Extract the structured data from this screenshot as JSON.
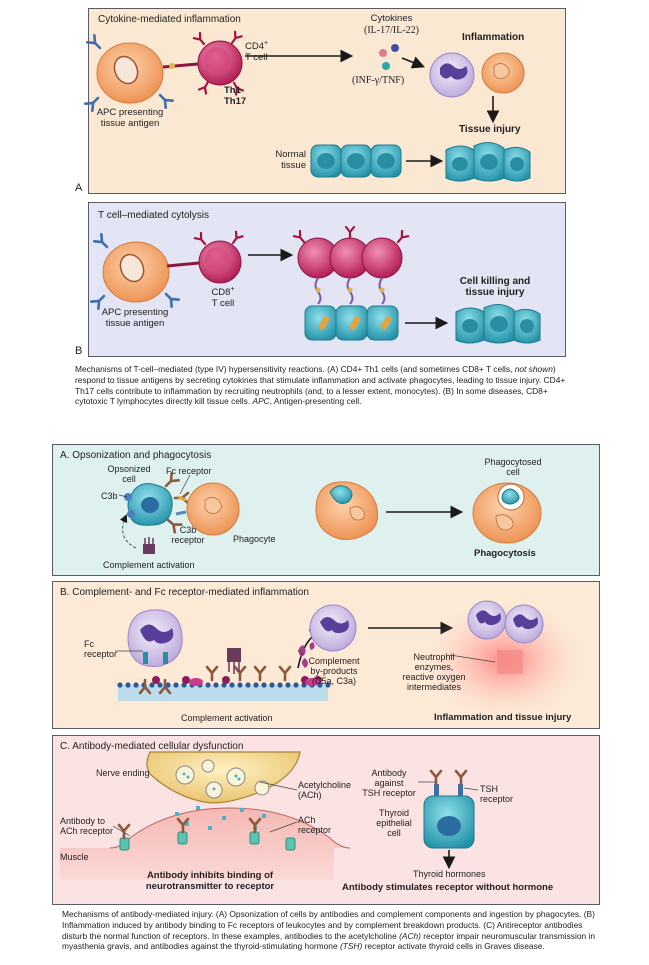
{
  "figure1": {
    "panel_a": {
      "title": "Cytokine-mediated inflammation",
      "letter": "A",
      "apc_label_1": "APC presenting",
      "apc_label_2": "tissue antigen",
      "cd4_label_1": "CD4",
      "cd4_sup": "+",
      "cd4_label_2": "T cell",
      "th1": "Th1",
      "th17": "Th17",
      "cytokines": "Cytokines",
      "cytokines_il": "(IL-17/IL-22)",
      "cytokines_inf": "(INF-γ/TNF)",
      "inflammation": "Inflammation",
      "tissue_injury": "Tissue injury",
      "normal_tissue_1": "Normal",
      "normal_tissue_2": "tissue"
    },
    "panel_b": {
      "title": "T cell–mediated cytolysis",
      "letter": "B",
      "apc_label_1": "APC presenting",
      "apc_label_2": "tissue antigen",
      "cd8_label_1": "CD8",
      "cd8_sup": "+",
      "cd8_label_2": "T cell",
      "result_1": "Cell killing and",
      "result_2": "tissue injury"
    },
    "caption": {
      "p1": "Mechanisms of T-cell–mediated (type IV) hypersensitivity reactions. (A) CD4+ Th1 cells (and sometimes CD8+ T cells, ",
      "p1_italic": "not shown",
      "p2": ") respond to tissue antigens by secreting cytokines that stimulate inflammation and activate phagocytes, leading to tissue injury. CD4+ Th17 cells contribute to inflammation by recruiting neutrophils (and, to a lesser extent, monocytes). (B) In some diseases, CD8+ cytotoxic T lymphocytes directly kill tissue cells. ",
      "p3_italic": "APC",
      "p3": ", Antigen-presenting cell."
    }
  },
  "figure2": {
    "panel_a": {
      "title": "A. Opsonization and phagocytosis",
      "opsonized_1": "Opsonized",
      "opsonized_2": "cell",
      "fc_receptor": "Fc receptor",
      "c3b": "C3b",
      "c3b_receptor_1": "C3b",
      "c3b_receptor_2": "receptor",
      "phagocyte": "Phagocyte",
      "complement_activation": "Complement activation",
      "phagocytosed_1": "Phagocytosed",
      "phagocytosed_2": "cell",
      "phagocytosis": "Phagocytosis"
    },
    "panel_b": {
      "title": "B. Complement- and Fc receptor-mediated inflammation",
      "fc_receptor_1": "Fc",
      "fc_receptor_2": "receptor",
      "complement_activation": "Complement activation",
      "byproducts_1": "Complement",
      "byproducts_2": "by-products",
      "byproducts_3": "(C5a, C3a)",
      "neutrophil_1": "Neutrophil",
      "neutrophil_2": "enzymes,",
      "neutrophil_3": "reactive oxygen",
      "neutrophil_4": "intermediates",
      "result": "Inflammation and tissue injury"
    },
    "panel_c": {
      "title": "C. Antibody-mediated cellular dysfunction",
      "nerve_ending": "Nerve ending",
      "ach_1": "Acetylcholine",
      "ach_2": "(ACh)",
      "antibody_ach_1": "Antibody to",
      "antibody_ach_2": "ACh receptor",
      "ach_receptor_1": "ACh",
      "ach_receptor_2": "receptor",
      "muscle": "Muscle",
      "inhibits_1": "Antibody inhibits binding of",
      "inhibits_2": "neurotransmitter to receptor",
      "antibody_tsh_1": "Antibody",
      "antibody_tsh_2": "against",
      "antibody_tsh_3": "TSH receptor",
      "tsh_receptor_1": "TSH",
      "tsh_receptor_2": "receptor",
      "thyroid_1": "Thyroid",
      "thyroid_2": "epithelial",
      "thyroid_3": "cell",
      "thyroid_hormones": "Thyroid hormones",
      "stimulates": "Antibody stimulates receptor without hormone"
    },
    "caption": {
      "p1": "Mechanisms of antibody-mediated injury. (A) Opsonization of cells by antibodies and complement components and ingestion by phagocytes. (B) Inflammation induced by antibody binding to Fc receptors of leukocytes and by complement breakdown products. (C) Antireceptor antibodies disturb the normal function of receptors. In these examples, antibodies to the acetylcholine ",
      "p1_italic": "(ACh)",
      "p2": " receptor impair neuromuscular transmission in myasthenia gravis, and antibodies against the thyroid-stimulating hormone ",
      "p2_italic": "(TSH)",
      "p3": " receptor activate thyroid cells in Graves disease."
    }
  },
  "colors": {
    "panel1a_bg": "#fbe8d3",
    "panel1b_bg": "#e3e4f4",
    "panel2a_bg": "#dff1ef",
    "panel2b_bg": "#fce9d6",
    "panel2c_bg": "#fbe3e3",
    "apc": "#f2a56a",
    "tcell": "#c7306a",
    "tissue": "#3fb0c4",
    "neutrophil": "#b9a4d6"
  }
}
